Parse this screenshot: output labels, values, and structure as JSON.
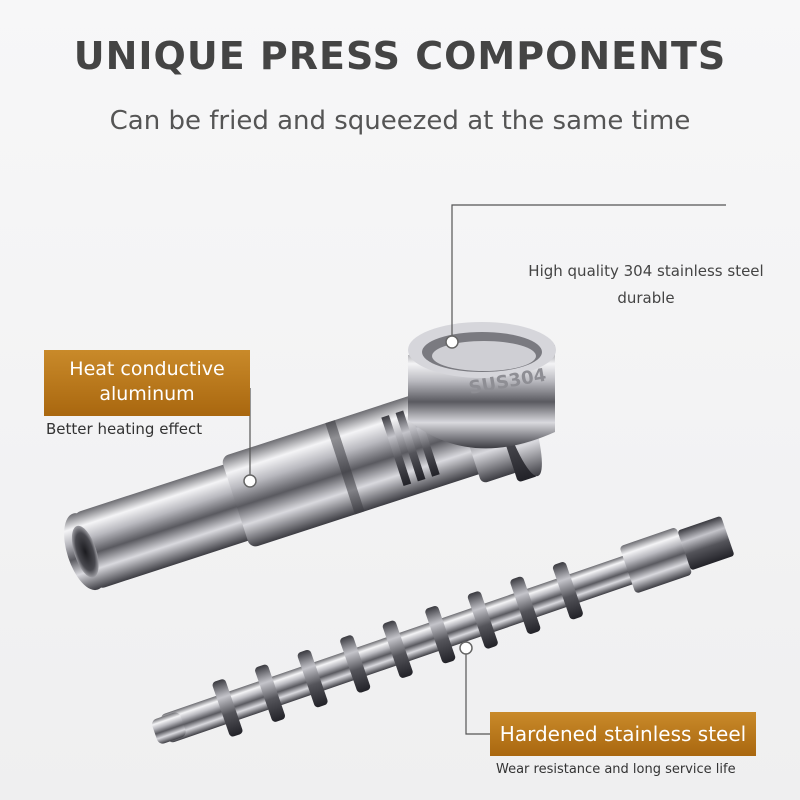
{
  "header": {
    "title": "UNIQUE PRESS COMPONENTS",
    "subtitle": "Can be fried and squeezed at the same time"
  },
  "callouts": {
    "stainless": {
      "line1": "High quality 304 stainless steel",
      "line2": "durable"
    },
    "aluminum": {
      "line1": "Heat conductive",
      "line2": "aluminum",
      "note": "Better heating effect"
    },
    "hardened": {
      "label": "Hardened stainless steel",
      "note": "Wear resistance and long service life"
    }
  },
  "product": {
    "engraving": "SUS304"
  },
  "colors": {
    "badge": "#b8781c",
    "badge_text": "#ffffff",
    "leader_line": "#555555",
    "background": "#f3f3f4"
  }
}
